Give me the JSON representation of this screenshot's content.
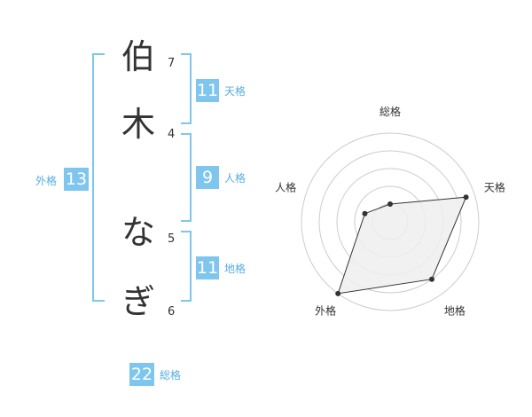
{
  "name_chars": [
    {
      "char": "伯",
      "strokes": "7"
    },
    {
      "char": "木",
      "strokes": "4"
    },
    {
      "char": "な",
      "strokes": "5"
    },
    {
      "char": "ぎ",
      "strokes": "6"
    }
  ],
  "fortunes": {
    "tenkaku": {
      "value": "11",
      "label": "天格"
    },
    "jinkaku": {
      "value": "9",
      "label": "人格"
    },
    "chikaku": {
      "value": "11",
      "label": "地格"
    },
    "gaikaku": {
      "value": "13",
      "label": "外格"
    },
    "soukaku": {
      "value": "22",
      "label": "総格"
    }
  },
  "radar": {
    "axes": [
      "総格",
      "天格",
      "地格",
      "外格",
      "人格"
    ],
    "values": [
      0.2,
      0.9,
      0.8,
      1.0,
      0.3
    ],
    "ring_count": 5,
    "colors": {
      "fill": "#eeeeee",
      "line": "#333333",
      "ring": "#cccccc",
      "point": "#333333"
    }
  },
  "colors": {
    "accent": "#7fc6ee",
    "accent_text": "#55aee0",
    "text": "#333333"
  }
}
